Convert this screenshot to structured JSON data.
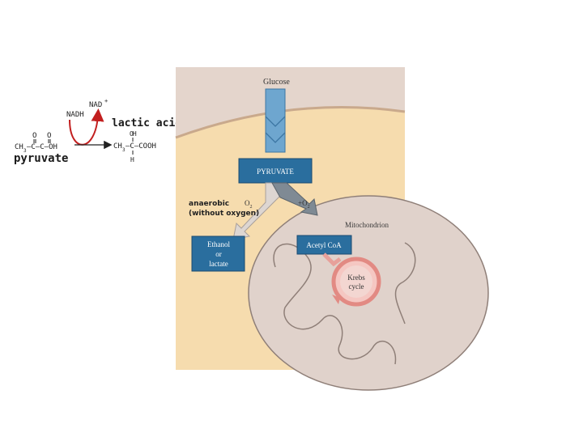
{
  "colors": {
    "cytoplasm": "#f6dcae",
    "membrane": "#e2d3c9",
    "box_blue": "#2a6e9e",
    "pathway_red": "#e7a09a",
    "reaction_arrow": "#c21f1f",
    "text_dark": "#2a2a2a"
  },
  "left_panel": {
    "nadh": "NADH",
    "nad": "NAD",
    "nad_charge": "+",
    "pyruvate_formula_ch3": "CH",
    "pyruvate_formula_3": "3",
    "pyruvate_formula_rest": "—C—C—OH",
    "pyruvate_o1": "O",
    "pyruvate_o2": "O",
    "pyruvate_label": "pyruvate",
    "lactic_label": "lactic acid",
    "lactic_oh": "OH",
    "lactic_formula_ch3": "CH",
    "lactic_formula_3": "3",
    "lactic_formula_rest": "—C—COOH",
    "lactic_h": "H"
  },
  "figure": {
    "glucose": "Glucose",
    "pyruvate_box": "PYRUVATE",
    "anaerobic_line1": "anaerobic",
    "anaerobic_line2": "(without oxygen)",
    "o2_minus": "O",
    "o2_plus": "+O",
    "o2_sub": "2",
    "mitochondrion": "Mitochondrion",
    "ethanol_box": [
      "Ethanol",
      "or",
      "lactate"
    ],
    "acetyl_box": "Acetyl CoA",
    "krebs": [
      "Krebs",
      "cycle"
    ]
  }
}
